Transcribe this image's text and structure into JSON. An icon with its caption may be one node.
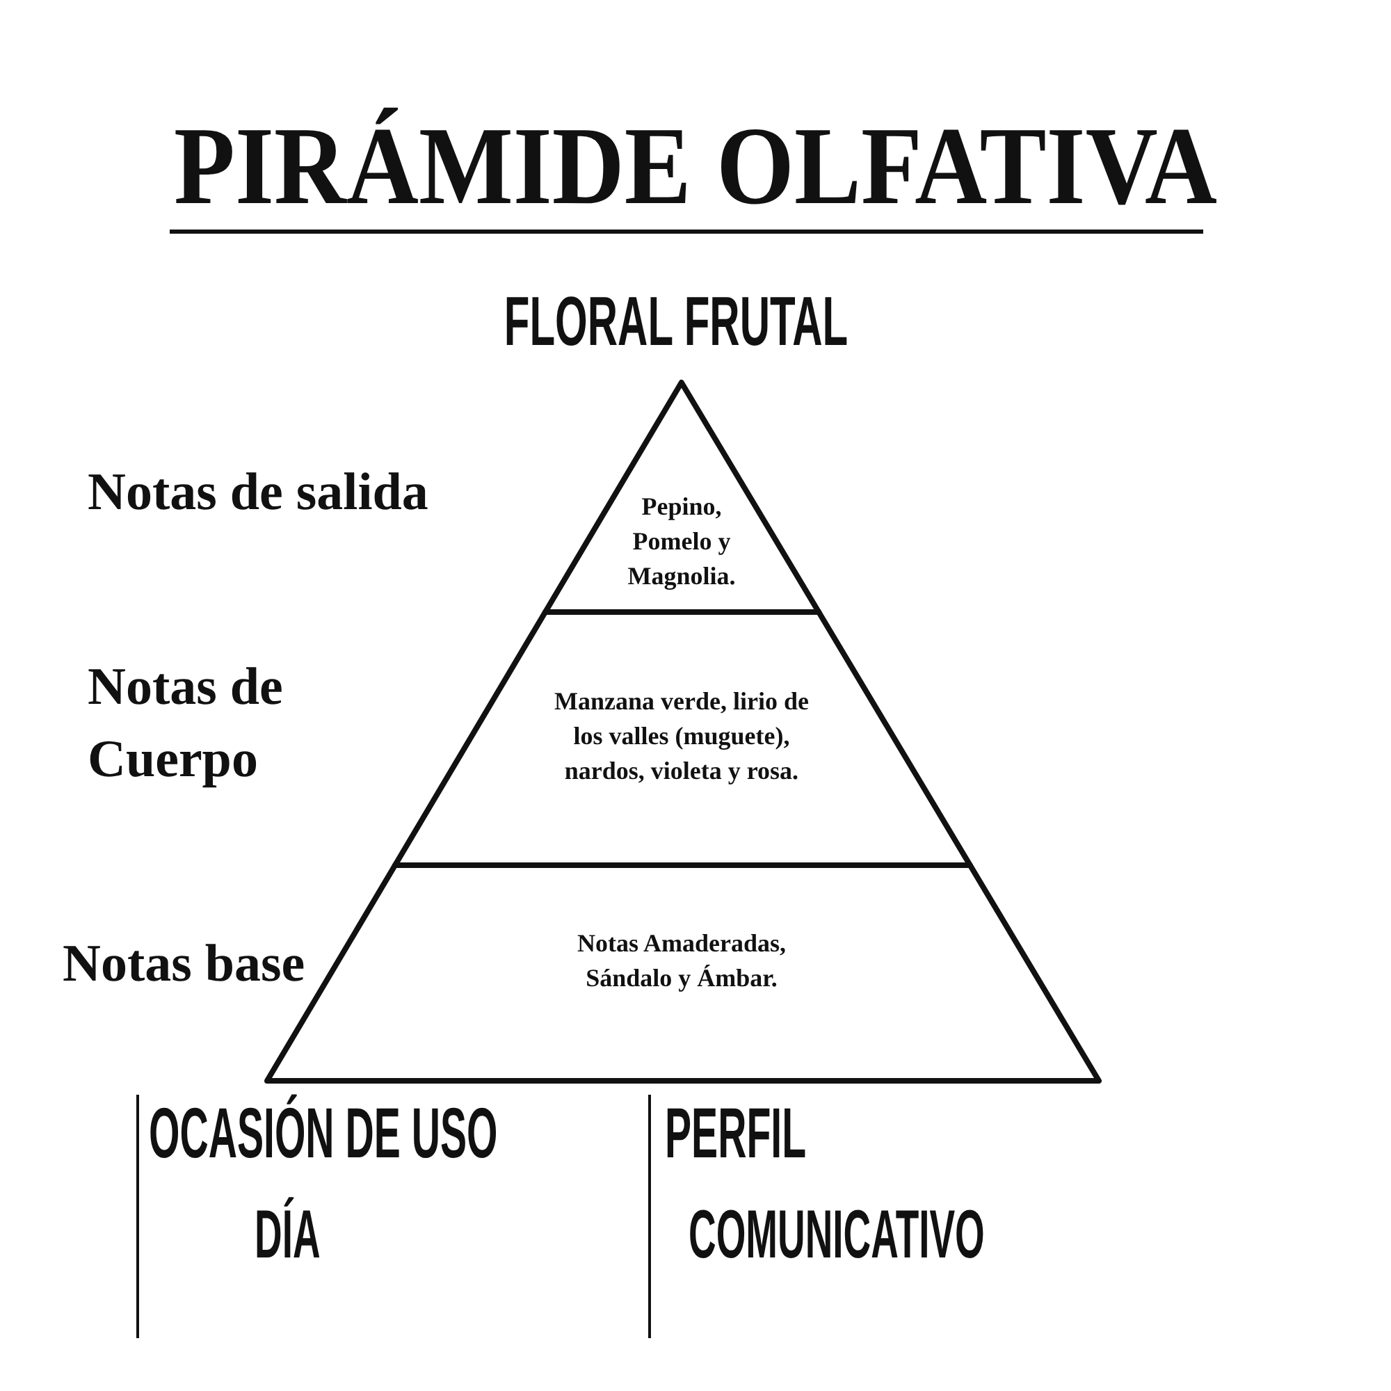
{
  "diagram": {
    "title": "PIRÁMIDE OLFATIVA",
    "nodes": [
      {
        "text": [
          "Pepino, Pomelo y Magnolia."
        ],
        "beside": [
          "Notas de salida"
        ]
      },
      {
        "text": [
          "Manzana verde, lirio de los valles (muguete), nardos, violeta y rosa."
        ],
        "beside": [
          "Notas de Cuerpo"
        ]
      },
      {
        "text": [
          "Notas Amaderadas, Sándalo y Ámbar."
        ],
        "beside": [
          "Notas base"
        ]
      }
    ],
    "labels": [
      "FLORAL FRUTAL",
      "OCASIÓN DE USO",
      "PERFIL",
      "DÍA",
      "COMUNICATIVO"
    ]
  }
}
